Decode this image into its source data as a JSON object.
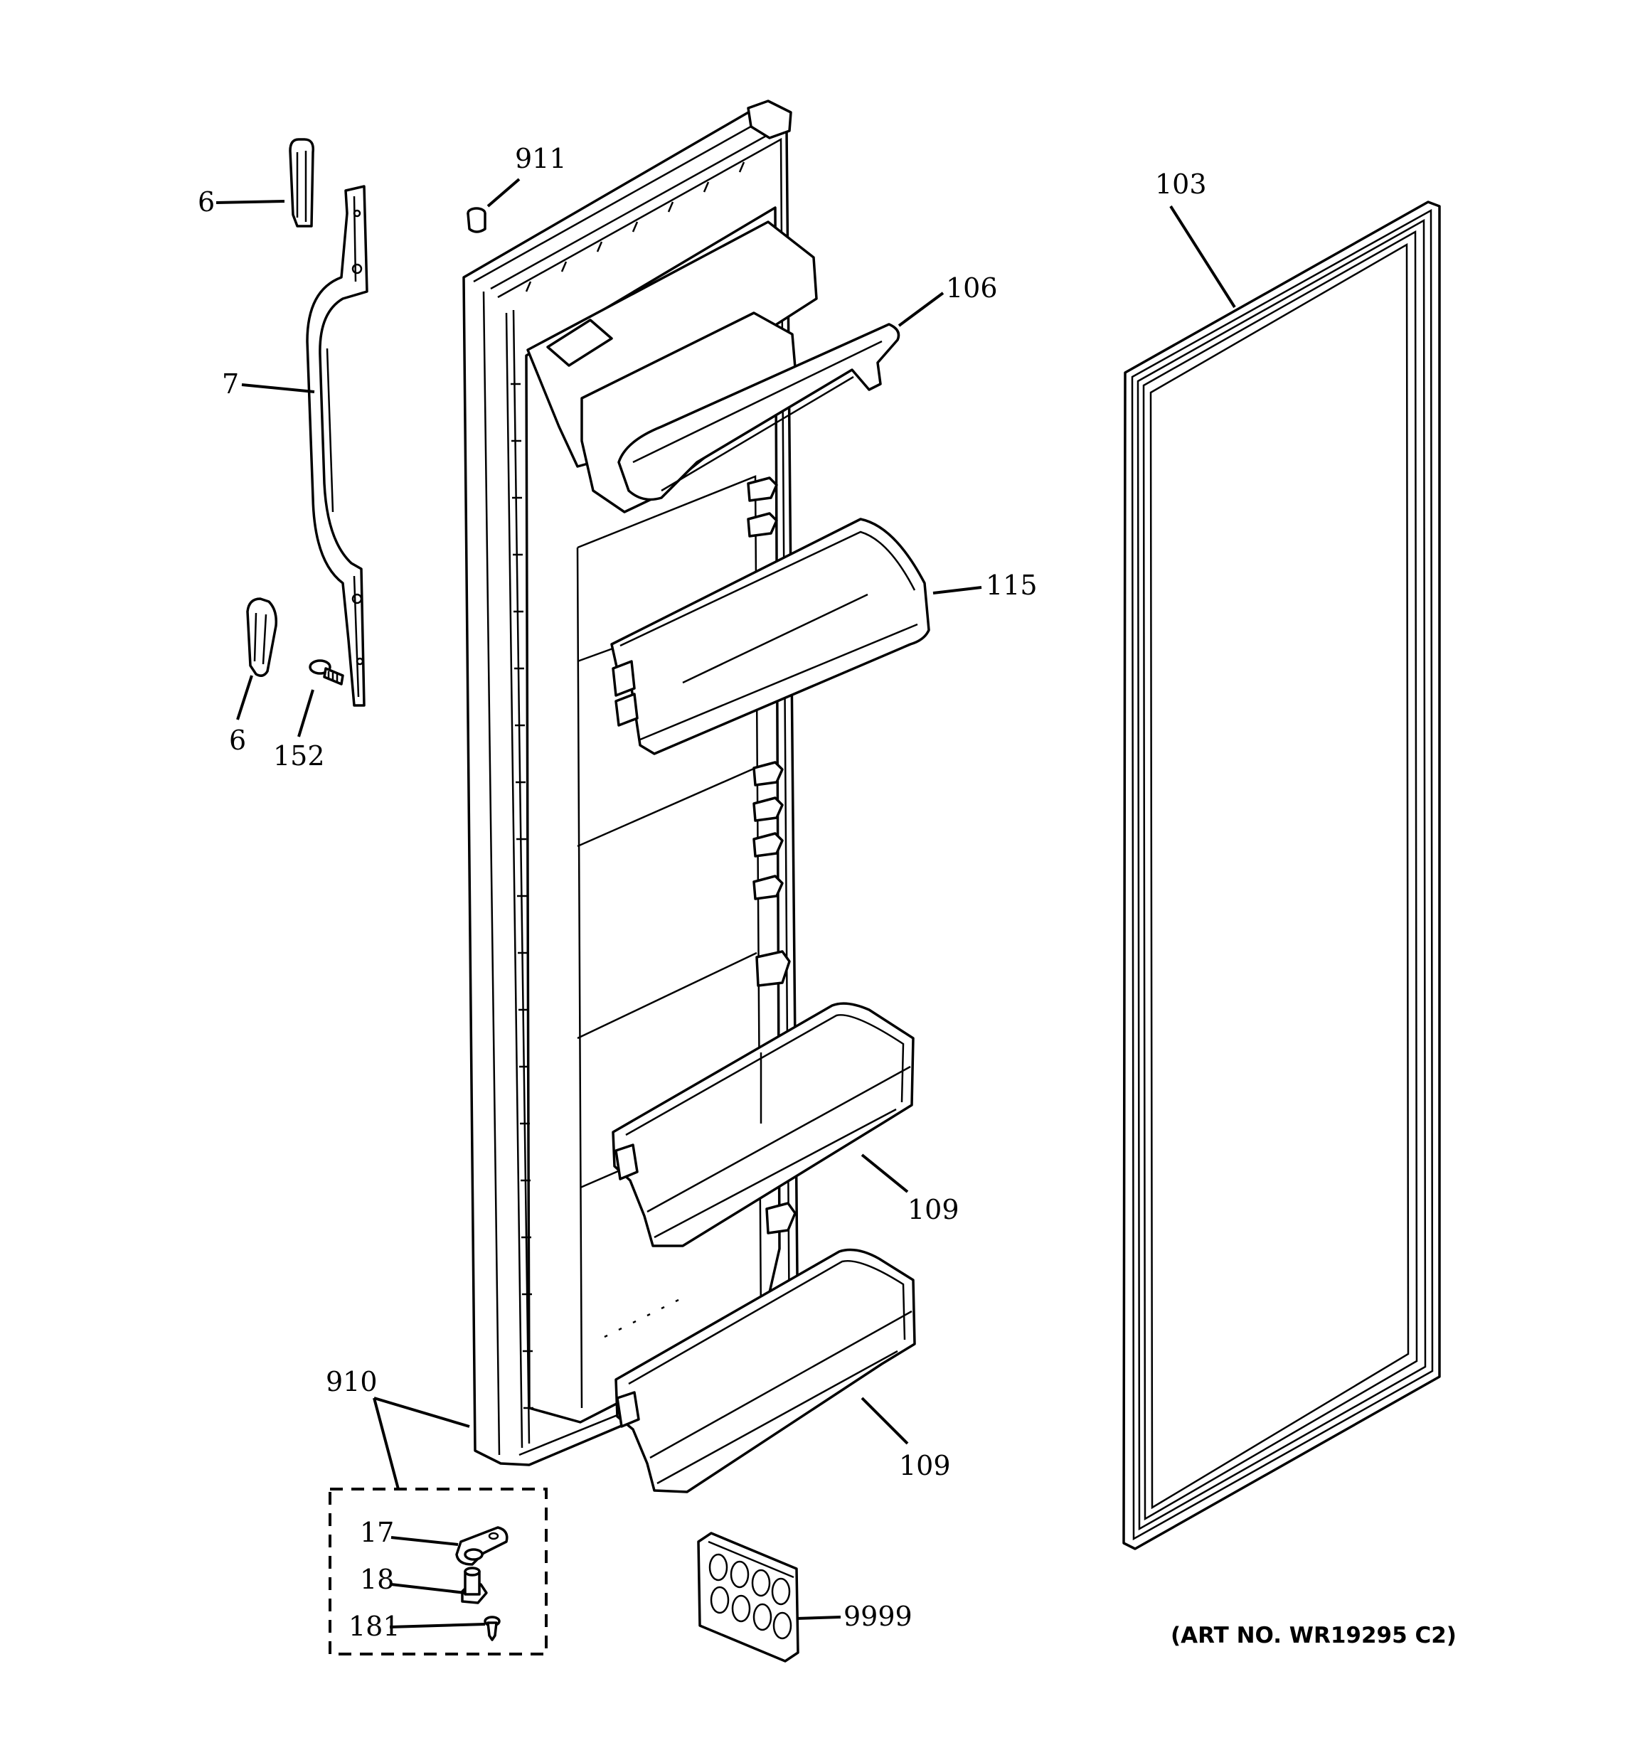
{
  "diagram": {
    "art_number": "(ART NO. WR19295 C2)",
    "callouts": {
      "handle_cap_top": "6",
      "handle": "7",
      "handle_cap_bottom": "6",
      "screw": "152",
      "plug": "911",
      "gasket": "103",
      "dairy_door": "106",
      "bin_upper": "115",
      "bin_middle": "109",
      "bin_lower": "109",
      "hinge_kit": "910",
      "hinge_bushing": "17",
      "hinge_pin": "18",
      "hinge_screw": "181",
      "egg_tray": "9999"
    }
  }
}
